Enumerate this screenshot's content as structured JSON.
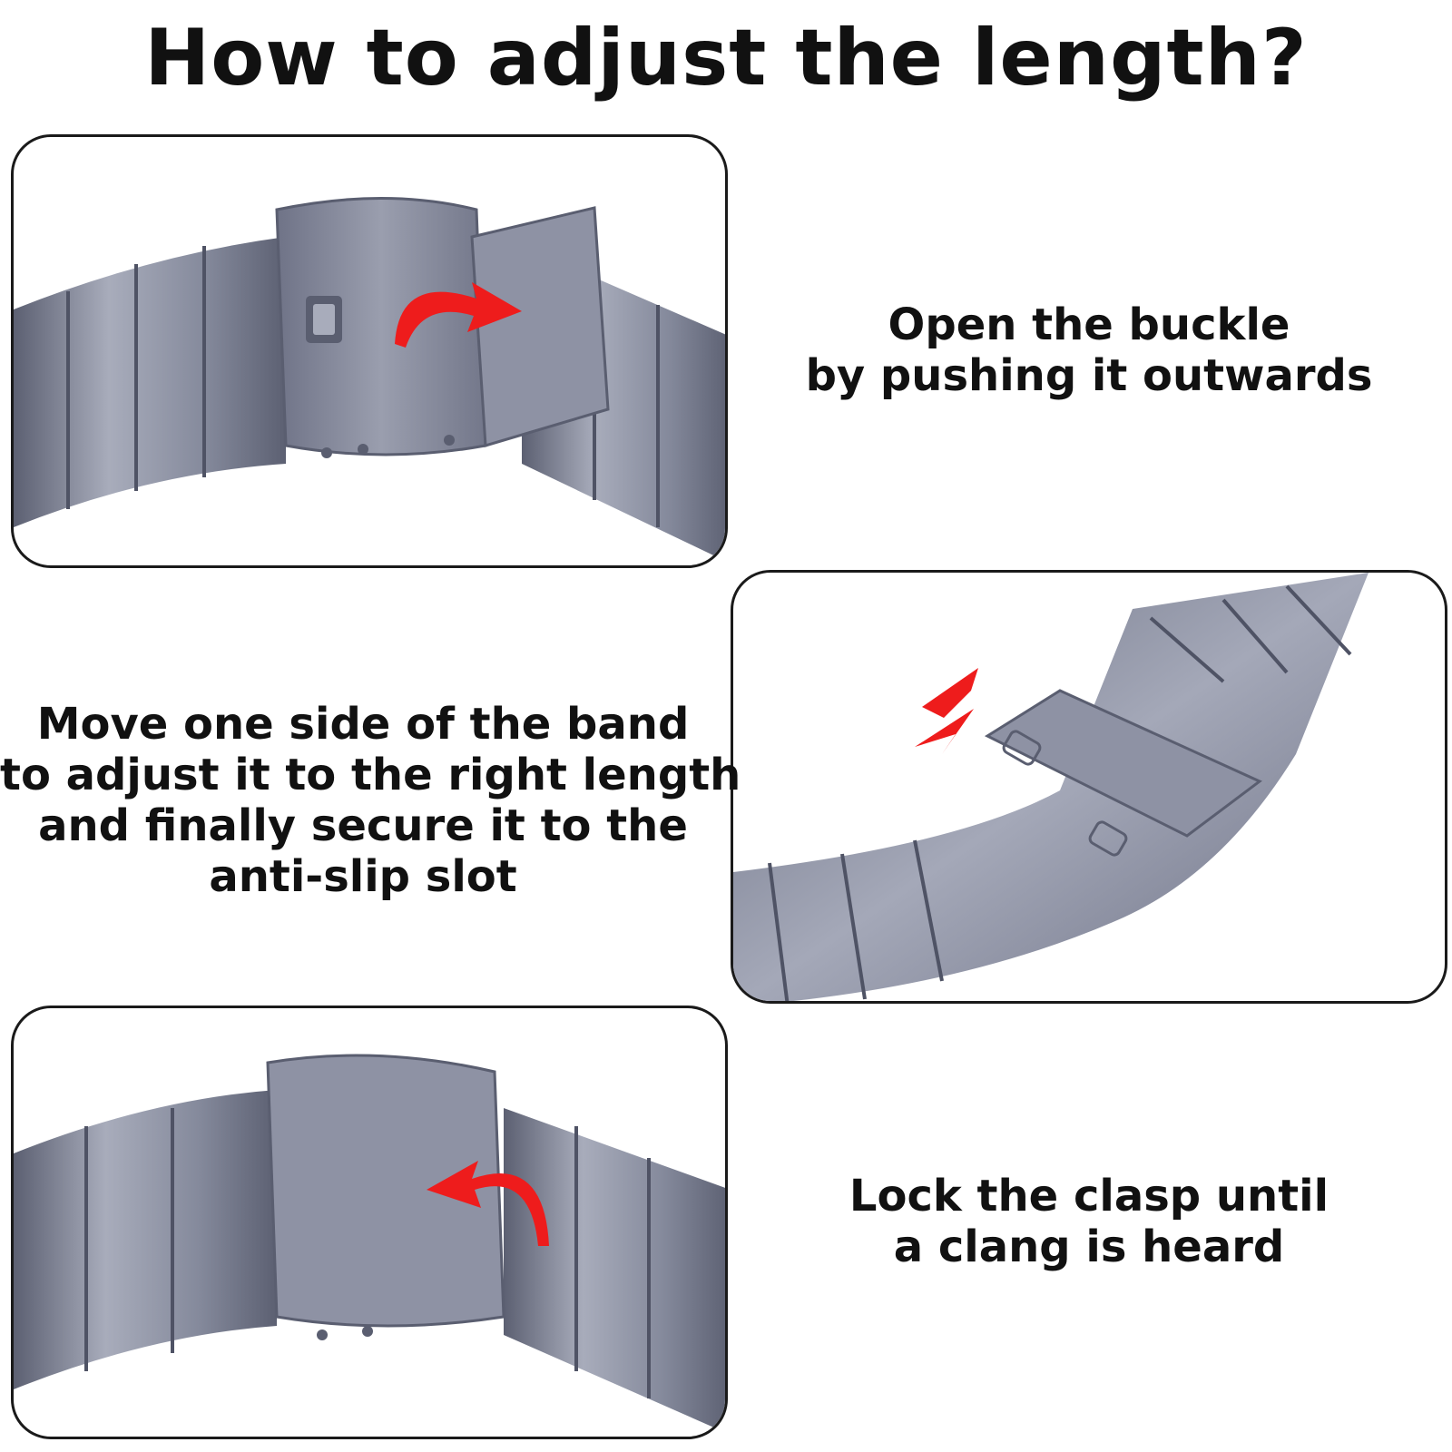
{
  "title": "How to adjust the length?",
  "steps": [
    {
      "lines": [
        "Open the buckle",
        "by pushing it outwards"
      ],
      "arrow": "curved-arrow-outward"
    },
    {
      "lines": [
        "Move one side of the band",
        "to adjust it to the right length",
        "and finally secure it to the",
        "anti-slip slot"
      ],
      "arrow": "double-arrow"
    },
    {
      "lines": [
        "Lock the clasp until",
        "a clang is heard"
      ],
      "arrow": "curved-arrow-inward"
    }
  ],
  "colors": {
    "metal": "#7d8296",
    "metal_light": "#a8acbb",
    "metal_dark": "#5c6072",
    "arrow": "#ee1c1c",
    "border": "#1a1a1a"
  }
}
